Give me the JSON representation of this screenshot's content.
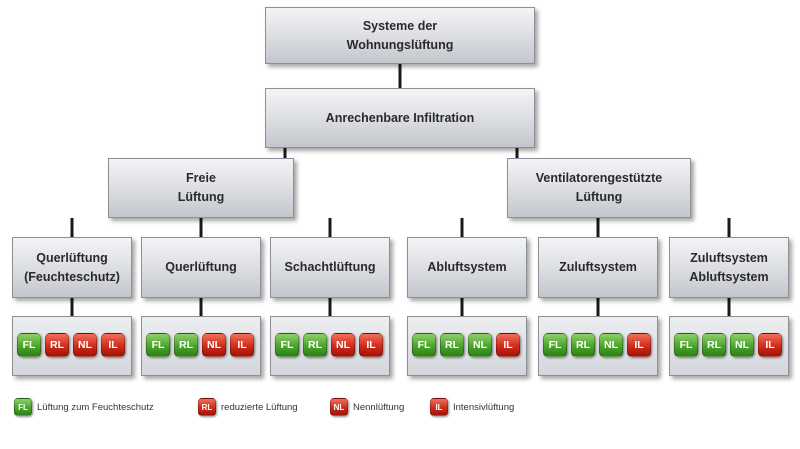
{
  "diagram": {
    "root": "Systeme der\nWohnungslüftung",
    "infiltration": "Anrechenbare Infiltration",
    "free": "Freie\nLüftung",
    "fan": "Ventilatorengestützte\nLüftung",
    "leaves": [
      "Querlüftung\n(Feuchteschutz)",
      "Querlüftung",
      "Schachtlüftung",
      "Abluftsystem",
      "Zuluftsystem",
      "Zuluftsystem\nAbluftsystem"
    ],
    "badge_labels": [
      "FL",
      "RL",
      "NL",
      "IL"
    ],
    "badge_sets": [
      [
        "green",
        "red",
        "red",
        "red"
      ],
      [
        "green",
        "green",
        "red",
        "red"
      ],
      [
        "green",
        "green",
        "red",
        "red"
      ],
      [
        "green",
        "green",
        "green",
        "red"
      ],
      [
        "green",
        "green",
        "green",
        "red"
      ],
      [
        "green",
        "green",
        "green",
        "red"
      ]
    ]
  },
  "legend": [
    {
      "code": "FL",
      "label": "Lüftung zum Feuchteschutz",
      "color": "green"
    },
    {
      "code": "RL",
      "label": "reduzierte Lüftung",
      "color": "red"
    },
    {
      "code": "NL",
      "label": "Nennlüftung",
      "color": "red"
    },
    {
      "code": "IL",
      "label": "Intensivlüftung",
      "color": "red"
    }
  ],
  "colors": {
    "green": "#4aa52a",
    "red": "#d22b1b",
    "connector": "#1a1a1a"
  }
}
